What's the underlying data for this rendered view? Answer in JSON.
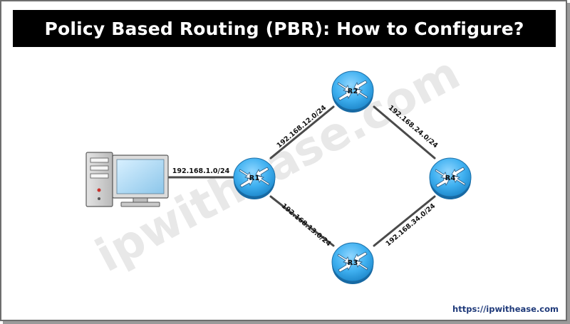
{
  "title": "Policy Based Routing (PBR): How to Configure?",
  "watermark": "ipwithease.com",
  "footer_url": "https://ipwithease.com",
  "colors": {
    "title_bg": "#000000",
    "title_text": "#ffffff",
    "router_fill": "#3fb0f0",
    "link_line": "#4a4a4a",
    "watermark": "#e6e6e6",
    "url_text": "#1f3a7a"
  },
  "routers": {
    "r1": {
      "label": "R1"
    },
    "r2": {
      "label": "R2"
    },
    "r3": {
      "label": "R3"
    },
    "r4": {
      "label": "R4"
    }
  },
  "links": {
    "pc_r1": "192.168.1.0/24",
    "r1_r2": "192.168.12.0/24",
    "r1_r3": "192.168.13.0/24",
    "r2_r4": "192.168.24.0/24",
    "r3_r4": "192.168.34.0/24"
  },
  "host": {
    "icon": "desktop-computer-icon"
  }
}
